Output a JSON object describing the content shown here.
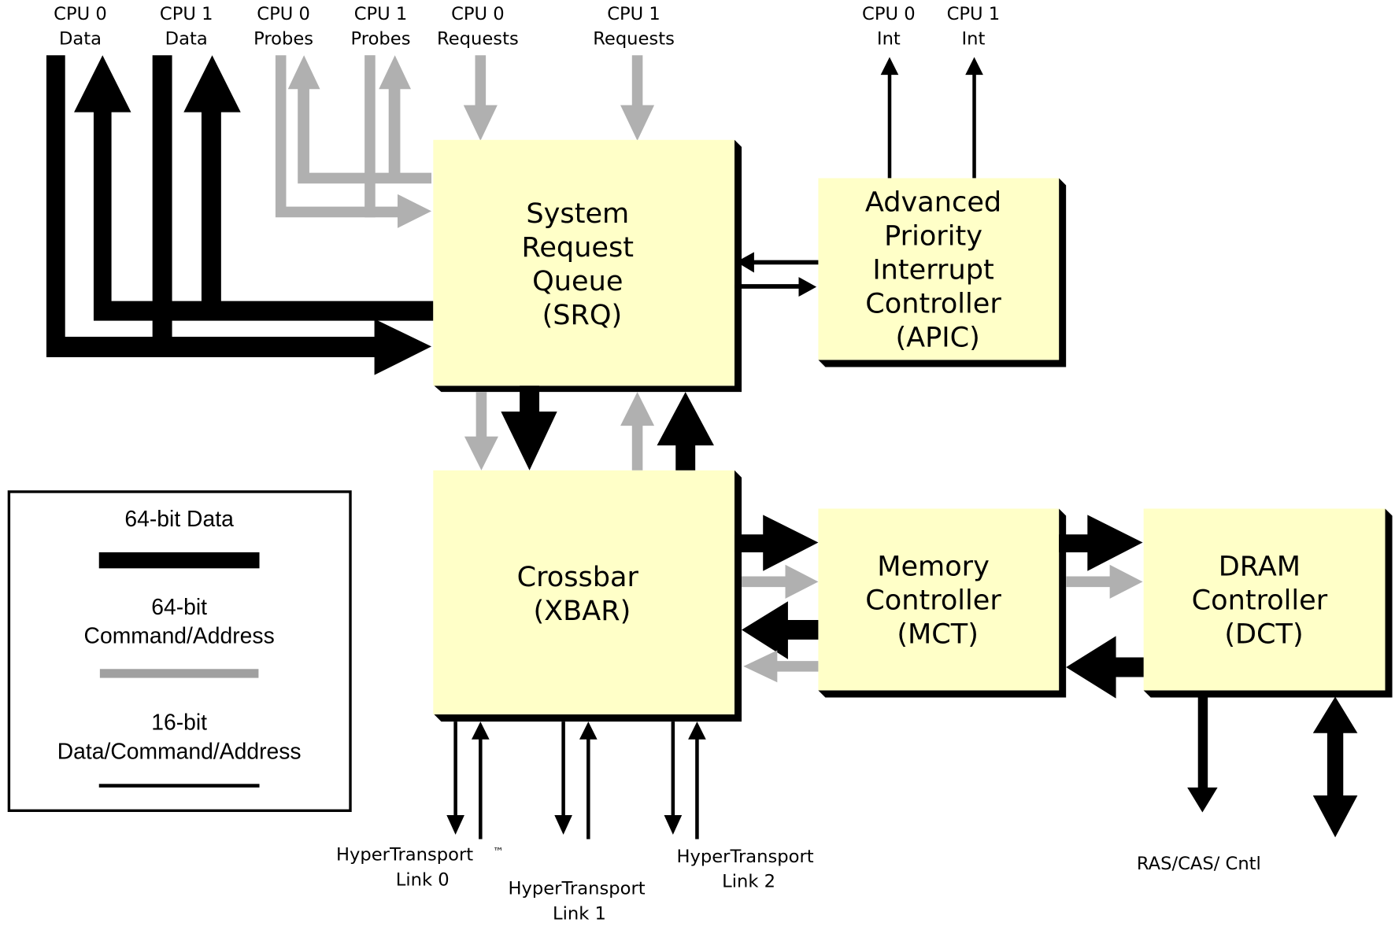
{
  "colors": {
    "box_fill": "#FFFFC8",
    "data_64bit": "#000000",
    "cmd_addr_64bit": "#B0B0B0",
    "data_cmd_16bit": "#000000",
    "shadow": "#000000"
  },
  "top_labels": {
    "cpu0_data": [
      "CPU 0",
      "Data"
    ],
    "cpu1_data": [
      "CPU 1",
      "Data"
    ],
    "cpu0_probes": [
      "CPU 0",
      "Probes"
    ],
    "cpu1_probes": [
      "CPU 1",
      "Probes"
    ],
    "cpu0_requests": [
      "CPU 0",
      "Requests"
    ],
    "cpu1_requests": [
      "CPU 1",
      "Requests"
    ],
    "cpu0_int": [
      "CPU 0",
      "Int"
    ],
    "cpu1_int": [
      "CPU 1",
      "Int"
    ]
  },
  "blocks": {
    "srq": [
      "System",
      "Request",
      "Queue",
      "(SRQ)"
    ],
    "apic": [
      "Advanced",
      "Priority",
      "Interrupt",
      "Controller",
      "(APIC)"
    ],
    "xbar": [
      "Crossbar",
      "(XBAR)"
    ],
    "mct": [
      "Memory",
      "Controller",
      "(MCT)"
    ],
    "dct": [
      "DRAM",
      "Controller",
      "(DCT)"
    ]
  },
  "bottom_labels": {
    "ht_link0": [
      "HyperTransport",
      "Link 0"
    ],
    "ht_trademark": "™",
    "ht_link1": [
      "HyperTransport",
      "Link 1"
    ],
    "ht_link2": [
      "HyperTransport",
      "Link 2"
    ],
    "ras_cas": "RAS/CAS/  Cntl"
  },
  "legend": {
    "items": [
      {
        "label": [
          "64-bit Data"
        ],
        "line_type": "thick-black"
      },
      {
        "label": [
          "64-bit",
          "Command/Address"
        ],
        "line_type": "gray"
      },
      {
        "label": [
          "16-bit",
          "Data/Command/Address"
        ],
        "line_type": "thin-black"
      }
    ]
  }
}
